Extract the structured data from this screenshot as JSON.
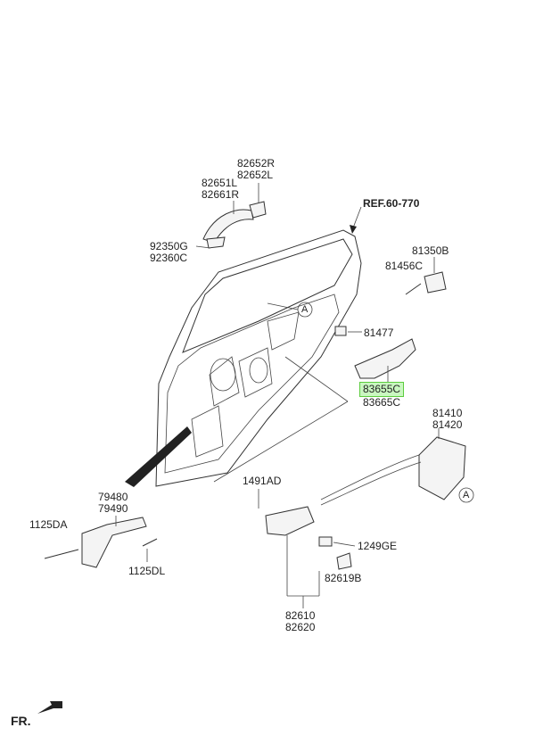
{
  "labels": {
    "p82652r": "82652R",
    "p82652l": "82652L",
    "p82651l": "82651L",
    "p82661r": "82661R",
    "ref": "REF.60-770",
    "p92350g": "92350G",
    "p92360c": "92360C",
    "p81350b": "81350B",
    "p81456c": "81456C",
    "callout_a1": "A",
    "p81477": "81477",
    "p83655c": "83655C",
    "p83665c": "83665C",
    "p81410": "81410",
    "p81420": "81420",
    "p1491ad": "1491AD",
    "callout_a2": "A",
    "p79480": "79480",
    "p79490": "79490",
    "p1125da": "1125DA",
    "p1249ge": "1249GE",
    "p1125dl": "1125DL",
    "p82619b": "82619B",
    "p82610": "82610",
    "p82620": "82620",
    "fr": "FR."
  },
  "highlight_color": "#c9f7c0",
  "highlight_border": "#5ccc3e"
}
